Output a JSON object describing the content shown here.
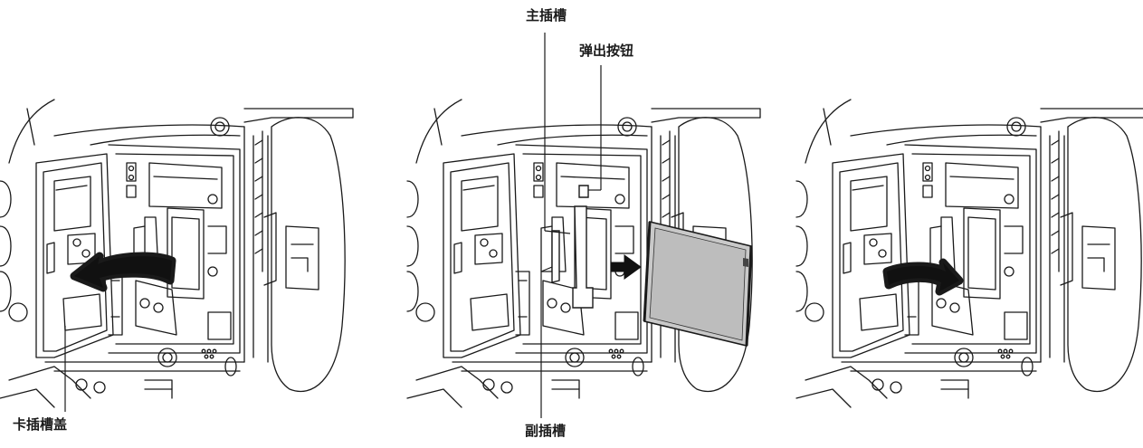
{
  "labels": {
    "main_slot": "主插槽",
    "eject_button": "弹出按钮",
    "card_slot_cover": "卡插槽盖",
    "sub_slot": "副插槽"
  }
}
